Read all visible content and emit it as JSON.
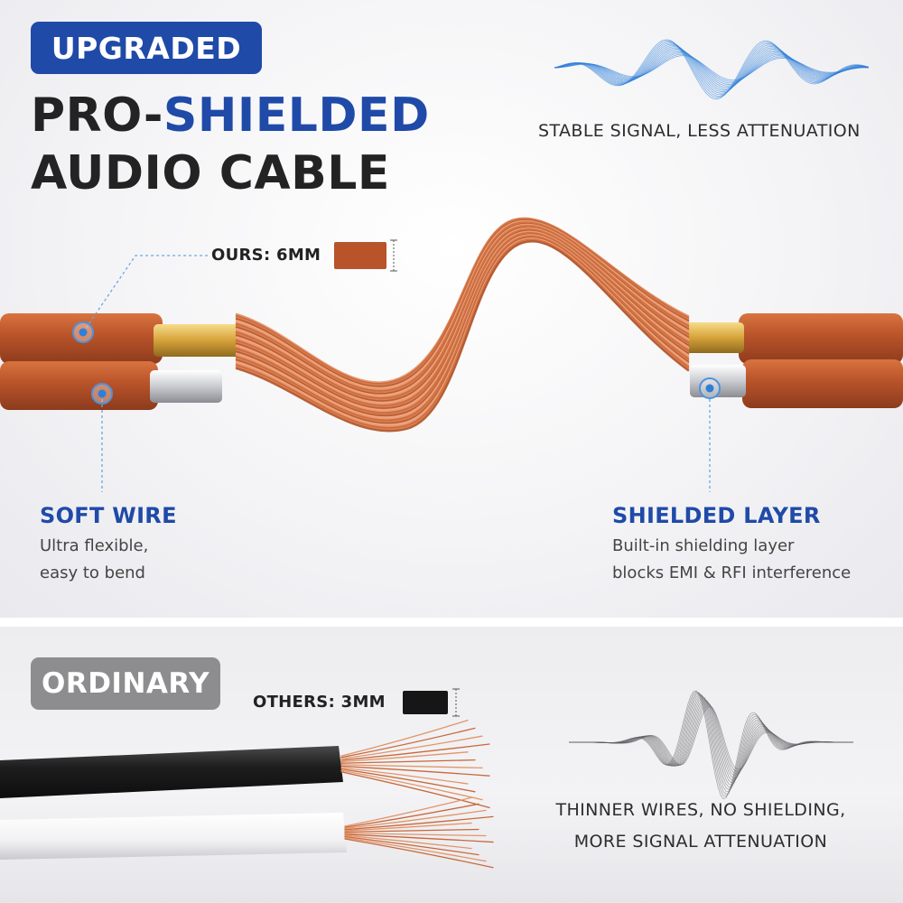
{
  "badges": {
    "upgraded": "UPGRADED",
    "ordinary": "ORDINARY"
  },
  "headline": {
    "pre": "PRO-",
    "accent": "SHIELDED",
    "line2": "AUDIO CABLE"
  },
  "captions": {
    "stable_signal": "STABLE SIGNAL, LESS ATTENUATION",
    "thin_line1": "THINNER WIRES, NO SHIELDING,",
    "thin_line2": "MORE SIGNAL ATTENUATION"
  },
  "sizes": {
    "ours": "OURS: 6MM",
    "others": "OTHERS: 3MM"
  },
  "features": {
    "soft_wire": {
      "title": "SOFT WIRE",
      "line1": "Ultra flexible,",
      "line2": "easy to bend"
    },
    "shielded_layer": {
      "title": "SHIELDED LAYER",
      "line1": "Built-in shielding layer",
      "line2": "blocks EMI & RFI interference"
    }
  },
  "colors": {
    "brand_blue": "#1f4aa8",
    "wave_blue": "#2f7fd8",
    "ordinary_gray": "#8d8d8f",
    "copper": "#c8683a",
    "cable_orange": "#b8532a",
    "gold": "#d6a23a",
    "black_cable": "#1e1e1e",
    "white_cable": "#f7f7f7"
  }
}
